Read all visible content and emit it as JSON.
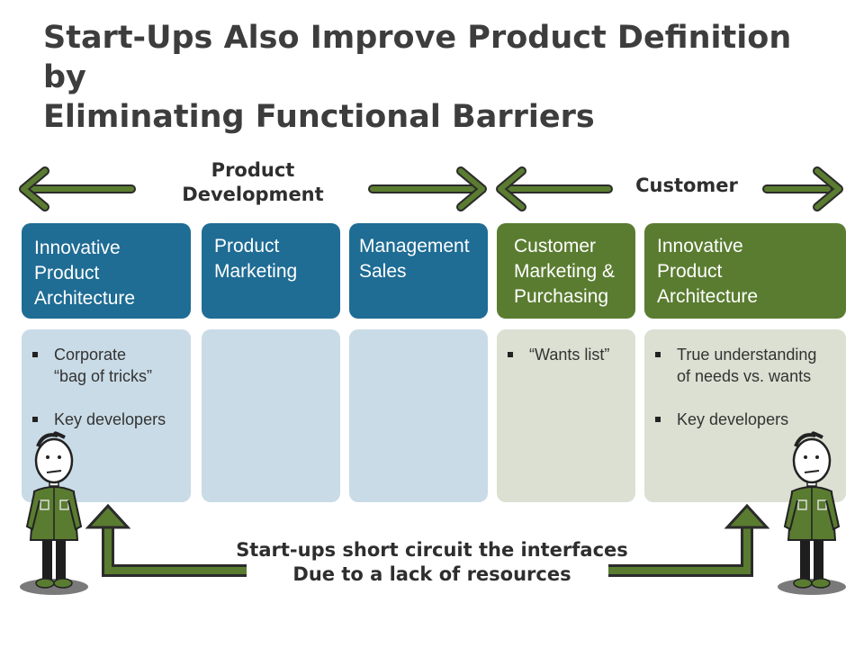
{
  "title": {
    "line1": "Start-Ups Also Improve Product Definition by",
    "line2": "Eliminating Functional Barriers"
  },
  "groups": {
    "product_development": {
      "line1": "Product",
      "line2": "Development"
    },
    "customer": {
      "label": "Customer"
    }
  },
  "columns": [
    {
      "header": [
        "Innovative",
        "Product",
        "Architecture"
      ],
      "bullets": [
        [
          "Corporate",
          "“bag of tricks”"
        ],
        [
          "Key developers"
        ]
      ]
    },
    {
      "header": [
        "Product",
        "Marketing"
      ],
      "bullets": []
    },
    {
      "header": [
        "Management",
        "Sales"
      ],
      "bullets": []
    },
    {
      "header": [
        "Customer",
        "Marketing &",
        "Purchasing"
      ],
      "bullets": [
        [
          "“Wants list”"
        ]
      ]
    },
    {
      "header": [
        "Innovative",
        "Product",
        "Architecture"
      ],
      "bullets": [
        [
          "True understanding",
          "of needs vs. wants"
        ],
        [
          "Key developers"
        ]
      ]
    }
  ],
  "footer": {
    "line1": "Start-ups short circuit the interfaces",
    "line2": "Due to a lack of resources"
  },
  "colors": {
    "arrow_green": "#5a7c30",
    "header_blue": "#1f6c94",
    "header_green": "#5a7c30",
    "body_blue": "#c9dbe6",
    "body_green": "#dbe0d2"
  },
  "icons": [
    "double-headed-arrow-icon",
    "elbow-arrow-icon",
    "person-figure-icon"
  ]
}
